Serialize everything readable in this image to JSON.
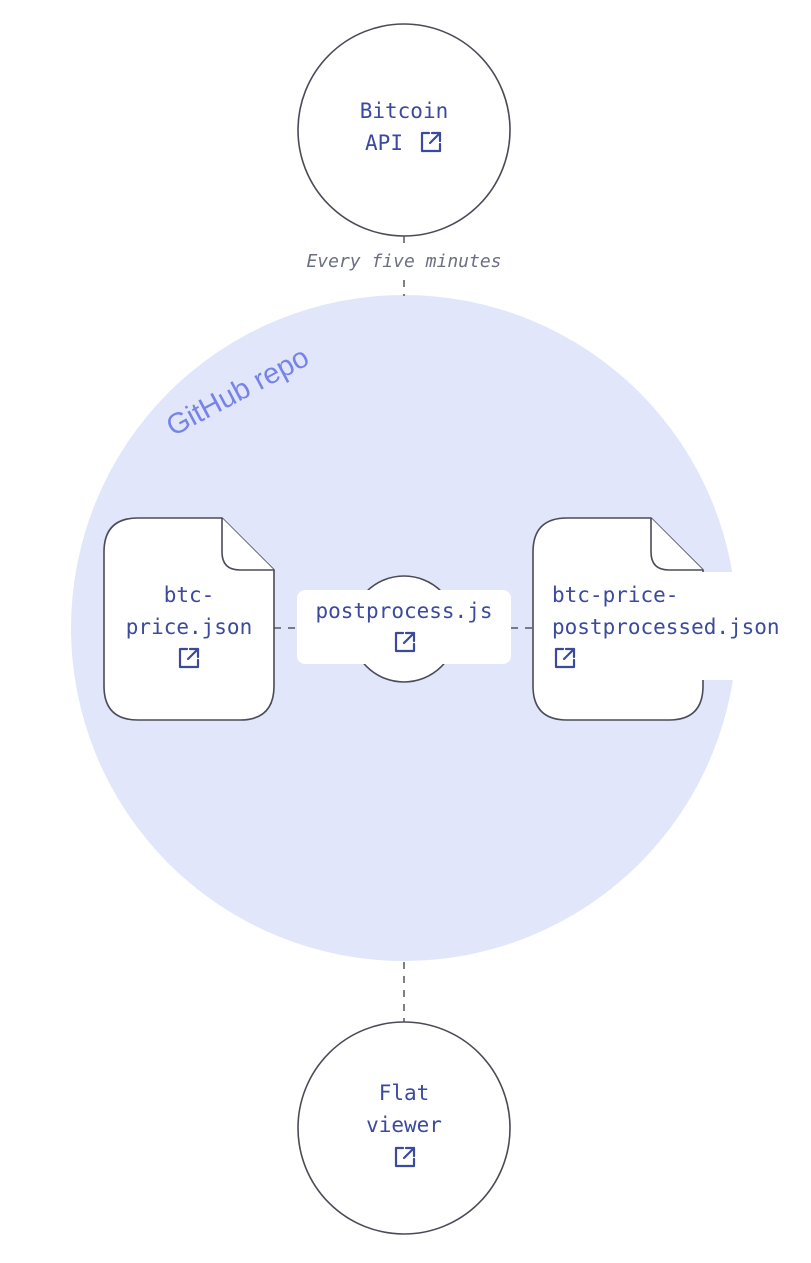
{
  "nodes": {
    "api": {
      "line1": "Bitcoin",
      "line2": "API",
      "icon": "external-link-icon"
    },
    "raw_file": {
      "line1": "btc-",
      "line2": "price.json",
      "icon": "external-link-icon"
    },
    "script": {
      "line1": "postprocess.js",
      "icon": "external-link-icon"
    },
    "processed_file": {
      "line1": "btc-price-",
      "line2": "postprocessed.json",
      "icon": "external-link-icon"
    },
    "viewer": {
      "line1": "Flat",
      "line2": "viewer",
      "icon": "external-link-icon"
    }
  },
  "edges": {
    "api_to_repo": {
      "label": "Every five minutes"
    }
  },
  "repo": {
    "label": "GitHub repo"
  },
  "colors": {
    "repo_fill": "#e1e6fb",
    "repo_label": "#7683e8",
    "node_text": "#3b4a9c",
    "outline": "#4a4b57",
    "edge_label": "#6b6f80"
  }
}
